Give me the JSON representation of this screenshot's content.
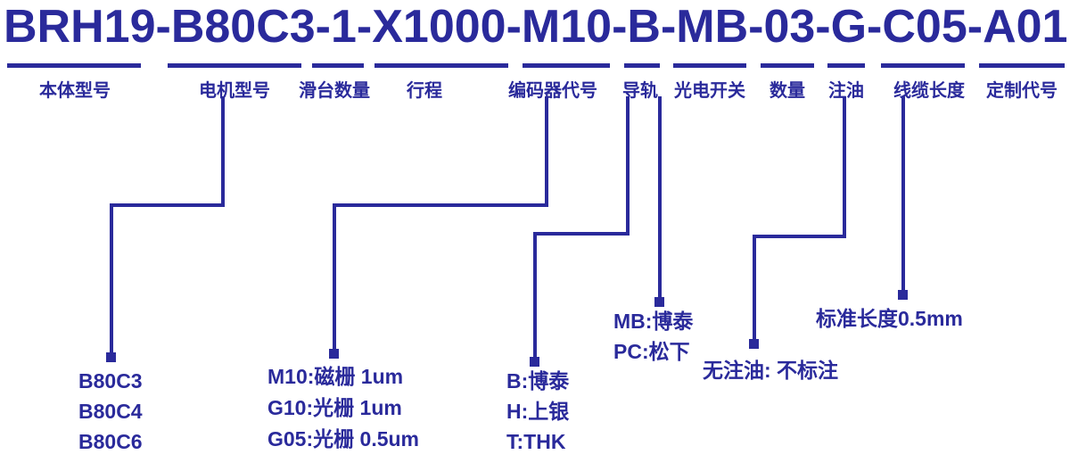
{
  "title": "BRH19-B80C3-1-X1000-M10-B-MB-03-G-C05-A01",
  "colors": {
    "ink": "#2A2A9B",
    "background": "#FFFFFF"
  },
  "segments": [
    {
      "code": "BRH19",
      "label": "本体型号"
    },
    {
      "code": "B80C3",
      "label": "电机型号"
    },
    {
      "code": "1",
      "label": "滑台数量"
    },
    {
      "code": "X1000",
      "label": "行程"
    },
    {
      "code": "M10",
      "label": "编码器代号"
    },
    {
      "code": "B",
      "label": "导轨"
    },
    {
      "code": "MB",
      "label": "光电开关"
    },
    {
      "code": "03",
      "label": "数量"
    },
    {
      "code": "G",
      "label": "注油"
    },
    {
      "code": "C05",
      "label": "线缆长度"
    },
    {
      "code": "A01",
      "label": "定制代号"
    }
  ],
  "legends": {
    "motor_models": [
      "B80C3",
      "B80C4",
      "B80C6"
    ],
    "encoder_codes": [
      "M10:磁栅 1um",
      "G10:光栅  1um",
      "G05:光栅 0.5um"
    ],
    "rail_codes": [
      "B:博泰",
      "H:上银",
      "T:THK"
    ],
    "switch_codes": [
      "MB:博泰",
      "PC:松下"
    ],
    "oil_note": "无注油: 不标注",
    "cable_note": "标准长度0.5mm"
  }
}
